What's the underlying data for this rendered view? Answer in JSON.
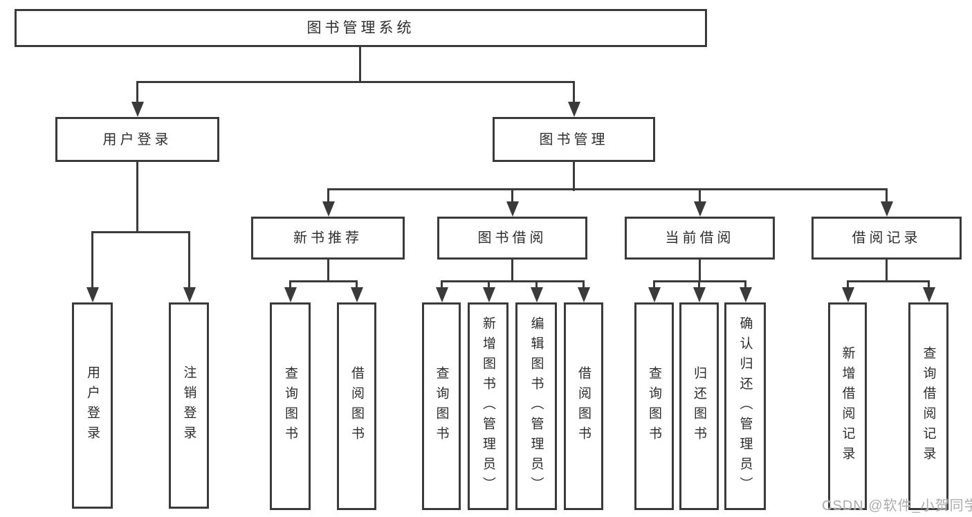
{
  "title": "图书管理系统",
  "watermark": {
    "text": "CSDN @软件_小贺同学"
  },
  "colors": {
    "line": "#3a3a3a",
    "border": "#3a3a3a",
    "text": "#2d2d2d",
    "watermark": "#a8a8a8",
    "background": "#ffffff"
  },
  "nodes": {
    "root": {
      "label": "图书管理系统"
    },
    "userLogin": {
      "label": "用户登录"
    },
    "bookMgmt": {
      "label": "图书管理"
    },
    "login": {
      "label": "用户登录"
    },
    "logout": {
      "label": "注销登录"
    },
    "newRec": {
      "label": "新书推荐"
    },
    "bookBorrow": {
      "label": "图书借阅"
    },
    "curBorrow": {
      "label": "当前借阅"
    },
    "borrowLog": {
      "label": "借阅记录"
    },
    "nrQuery": {
      "label": "查询图书"
    },
    "nrBorrow": {
      "label": "借阅图书"
    },
    "bbQuery": {
      "label": "查询图书"
    },
    "bbAdd": {
      "label": "新增图书（管理员）"
    },
    "bbEdit": {
      "label": "编辑图书（管理员）"
    },
    "bbBorrow": {
      "label": "借阅图书"
    },
    "cbQuery": {
      "label": "查询图书"
    },
    "cbReturn": {
      "label": "归还图书"
    },
    "cbConfirm": {
      "label": "确认归还（管理员）"
    },
    "blAdd": {
      "label": "新增借阅记录"
    },
    "blQuery": {
      "label": "查询借阅记录"
    }
  },
  "edges": [
    [
      "root",
      "userLogin"
    ],
    [
      "root",
      "bookMgmt"
    ],
    [
      "userLogin",
      "login"
    ],
    [
      "userLogin",
      "logout"
    ],
    [
      "bookMgmt",
      "newRec"
    ],
    [
      "bookMgmt",
      "bookBorrow"
    ],
    [
      "bookMgmt",
      "curBorrow"
    ],
    [
      "bookMgmt",
      "borrowLog"
    ],
    [
      "newRec",
      "nrQuery"
    ],
    [
      "newRec",
      "nrBorrow"
    ],
    [
      "bookBorrow",
      "bbQuery"
    ],
    [
      "bookBorrow",
      "bbAdd"
    ],
    [
      "bookBorrow",
      "bbEdit"
    ],
    [
      "bookBorrow",
      "bbBorrow"
    ],
    [
      "curBorrow",
      "cbQuery"
    ],
    [
      "curBorrow",
      "cbReturn"
    ],
    [
      "curBorrow",
      "cbConfirm"
    ],
    [
      "borrowLog",
      "blAdd"
    ],
    [
      "borrowLog",
      "blQuery"
    ]
  ]
}
